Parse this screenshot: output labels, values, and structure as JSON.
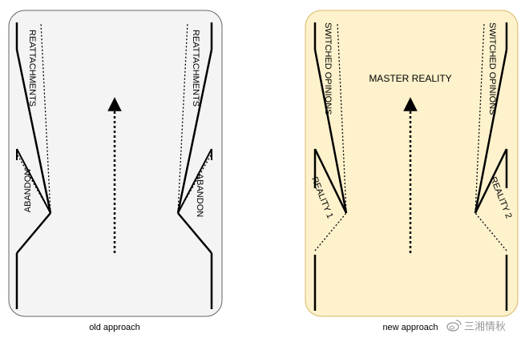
{
  "panels": {
    "old": {
      "caption": "old approach",
      "left_labels": {
        "upper": "REATTACHMENTS",
        "lower": "ABANDON"
      },
      "right_labels": {
        "upper": "REATTACHMENTS",
        "lower": "ABANDON"
      },
      "fill": "#f4f4f4",
      "stroke": "#666666"
    },
    "new": {
      "caption": "new approach",
      "title": "MASTER REALITY",
      "left_labels": {
        "upper": "SWITCHED OPINIONS",
        "lower": "REALITY 1"
      },
      "right_labels": {
        "upper": "SWITCHED OPINIONS",
        "lower": "REALITY 2"
      },
      "fill": "#fdf2cc",
      "stroke": "#d8b866"
    }
  },
  "watermark": {
    "text": "三湘情秋",
    "icon": "weibo-icon"
  }
}
